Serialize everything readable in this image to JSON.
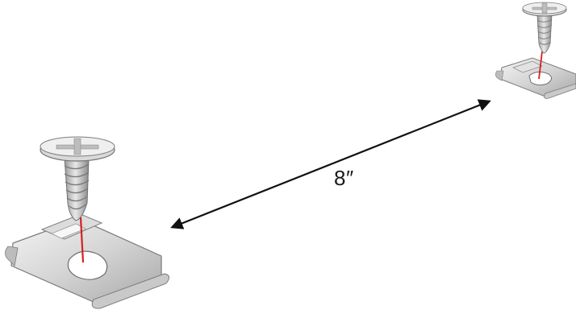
{
  "dimension": {
    "label": "8″"
  },
  "items": [
    {
      "name": "near-clip-with-screw"
    },
    {
      "name": "far-clip-with-screw"
    }
  ],
  "colors": {
    "metal_light": "#e6e6e6",
    "metal_mid": "#bdbdbd",
    "metal_dark": "#8c8c8c",
    "alignment_line": "#d62020",
    "arrow": "#111111"
  }
}
